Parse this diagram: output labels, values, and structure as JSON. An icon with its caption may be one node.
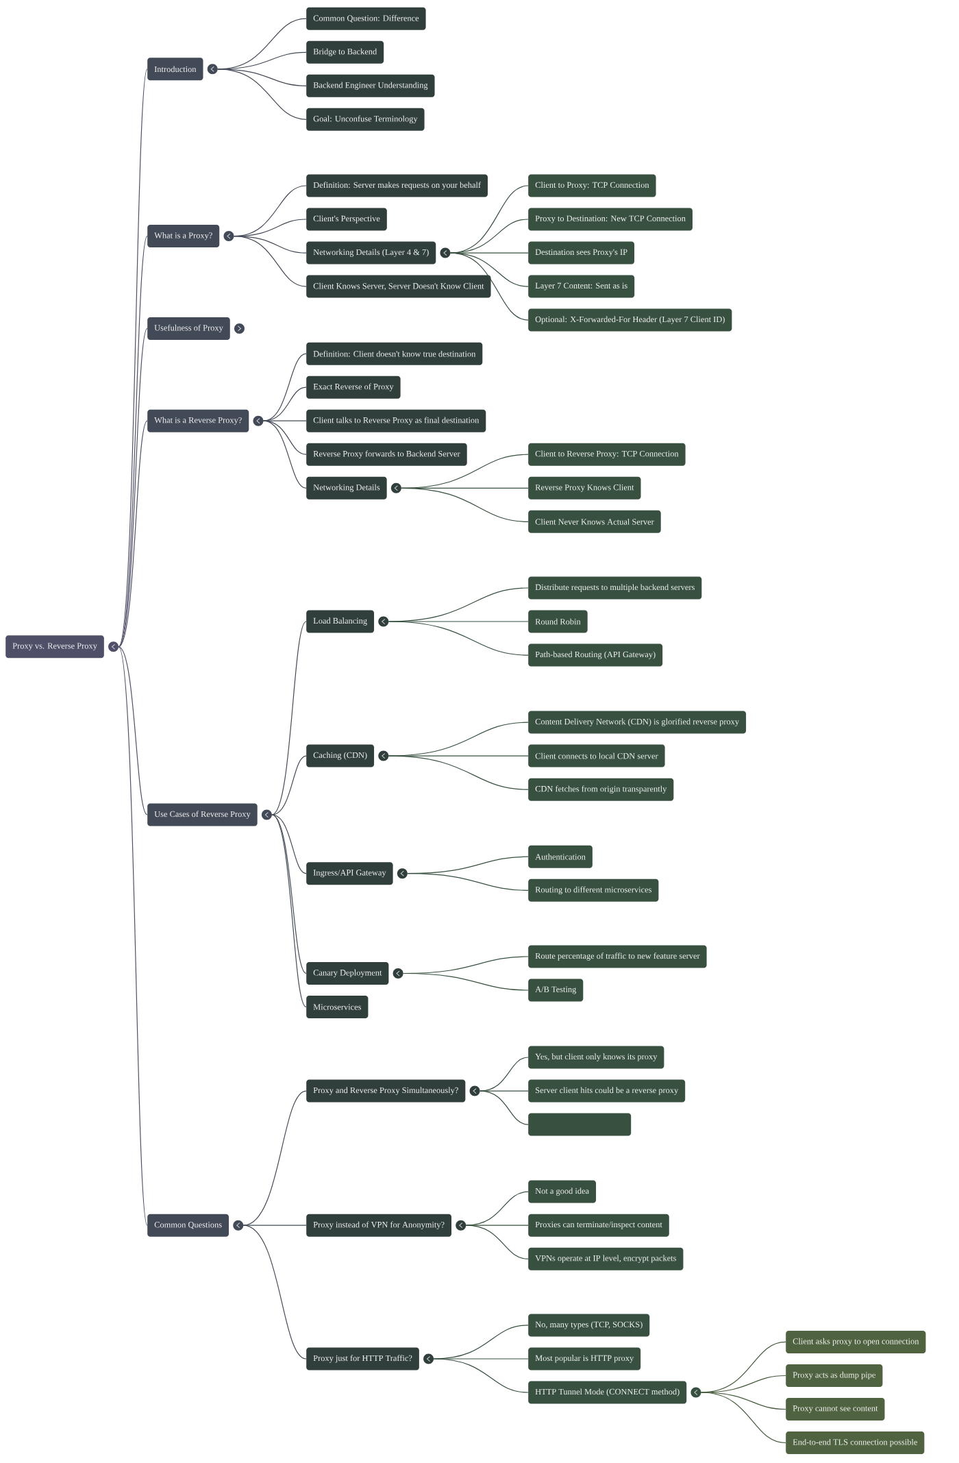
{
  "diagram": {
    "nodes": [
      {
        "text": [
          "Proxy vs. Reverse Proxy"
        ]
      },
      {
        "text": [
          "Introduction"
        ]
      },
      {
        "text": [
          "Common Question: Difference"
        ]
      },
      {
        "text": [
          "Bridge to Backend"
        ]
      },
      {
        "text": [
          "Backend Engineer Understanding"
        ]
      },
      {
        "text": [
          "Goal: Unconfuse Terminology"
        ]
      },
      {
        "text": [
          "What is a Proxy?"
        ]
      },
      {
        "text": [
          "Definition: Server makes requests on your behalf"
        ]
      },
      {
        "text": [
          "Client's Perspective"
        ]
      },
      {
        "text": [
          "Networking Details (Layer 4 & 7)"
        ]
      },
      {
        "text": [
          "Client to Proxy: TCP Connection"
        ]
      },
      {
        "text": [
          "Proxy to Destination: New TCP Connection"
        ]
      },
      {
        "text": [
          "Destination sees Proxy's IP"
        ]
      },
      {
        "text": [
          "Layer 7 Content: Sent as is"
        ]
      },
      {
        "text": [
          "Optional: X-Forwarded-For Header (Layer 7 Client ID)"
        ]
      },
      {
        "text": [
          "Client Knows Server, Server Doesn't Know Client"
        ]
      },
      {
        "text": [
          "Usefulness of Proxy"
        ]
      },
      {
        "text": [
          "What is a Reverse Proxy?"
        ]
      },
      {
        "text": [
          "Definition: Client doesn't know true destination"
        ]
      },
      {
        "text": [
          "Exact Reverse of Proxy"
        ]
      },
      {
        "text": [
          "Client talks to Reverse Proxy as final destination"
        ]
      },
      {
        "text": [
          "Reverse Proxy forwards to Backend Server"
        ]
      },
      {
        "text": [
          "Networking Details"
        ]
      },
      {
        "text": [
          "Client to Reverse Proxy: TCP Connection"
        ]
      },
      {
        "text": [
          "Reverse Proxy Knows Client"
        ]
      },
      {
        "text": [
          "Client Never Knows Actual Server"
        ]
      },
      {
        "text": [
          "Use Cases of Reverse Proxy"
        ]
      },
      {
        "text": [
          "Load Balancing"
        ]
      },
      {
        "text": [
          "Distribute requests to multiple backend servers"
        ]
      },
      {
        "text": [
          "Round Robin"
        ]
      },
      {
        "text": [
          "Path-based Routing (API Gateway)"
        ]
      },
      {
        "text": [
          "Caching (CDN)"
        ]
      },
      {
        "text": [
          "Content Delivery Network (CDN) is glorified reverse proxy"
        ]
      },
      {
        "text": [
          "Client connects to local CDN server"
        ]
      },
      {
        "text": [
          "CDN fetches from origin transparently"
        ]
      },
      {
        "text": [
          "Ingress/API Gateway"
        ]
      },
      {
        "text": [
          "Authentication"
        ]
      },
      {
        "text": [
          "Routing to different microservices"
        ]
      },
      {
        "text": [
          "Canary Deployment"
        ]
      },
      {
        "text": [
          "Route percentage of traffic to new feature server"
        ]
      },
      {
        "text": [
          "A/B Testing"
        ]
      },
      {
        "text": [
          "Microservices"
        ]
      },
      {
        "text": [
          "Common Questions"
        ]
      },
      {
        "text": [
          "Proxy and Reverse Proxy Simultaneously?"
        ]
      },
      {
        "text": [
          "Yes, but client only knows its proxy"
        ]
      },
      {
        "text": [
          "Server client hits could be a reverse proxy"
        ]
      },
      {
        "text": [],
        "shape": "box"
      },
      {
        "text": [
          "Proxy instead of VPN for Anonymity?"
        ]
      },
      {
        "text": [
          "Not a good idea"
        ]
      },
      {
        "text": [
          "Proxies can terminate/inspect content"
        ]
      },
      {
        "text": [
          "VPNs operate at IP level, encrypt packets"
        ]
      },
      {
        "text": [
          "Proxy just for HTTP Traffic?"
        ]
      },
      {
        "text": [
          "No, many types (TCP, SOCKS)"
        ]
      },
      {
        "text": [
          "Most popular is HTTP proxy"
        ]
      },
      {
        "text": [
          "HTTP Tunnel Mode (CONNECT method)"
        ]
      },
      {
        "text": [
          "Client asks proxy to open connection"
        ]
      },
      {
        "text": [
          "Proxy acts as dump pipe"
        ]
      },
      {
        "text": [
          "Proxy cannot see content"
        ]
      },
      {
        "text": [
          "End-to-end TLS connection possible"
        ]
      }
    ],
    "edges": [
      {
        "from": 0,
        "to": 1,
        "arrow": "none",
        "color": "#4f5068"
      },
      {
        "from": 1,
        "to": 2,
        "arrow": "none",
        "color": "#434a56"
      },
      {
        "from": 1,
        "to": 3,
        "arrow": "none",
        "color": "#434a56"
      },
      {
        "from": 1,
        "to": 4,
        "arrow": "none",
        "color": "#434a56"
      },
      {
        "from": 1,
        "to": 5,
        "arrow": "none",
        "color": "#434a56"
      },
      {
        "from": 0,
        "to": 6,
        "arrow": "none",
        "color": "#4f5068"
      },
      {
        "from": 6,
        "to": 7,
        "arrow": "none",
        "color": "#434a56"
      },
      {
        "from": 6,
        "to": 8,
        "arrow": "none",
        "color": "#434a56"
      },
      {
        "from": 6,
        "to": 9,
        "arrow": "none",
        "color": "#434a56"
      },
      {
        "from": 9,
        "to": 10,
        "arrow": "none",
        "color": "#37503f"
      },
      {
        "from": 9,
        "to": 11,
        "arrow": "none",
        "color": "#37503f"
      },
      {
        "from": 9,
        "to": 12,
        "arrow": "none",
        "color": "#37503f"
      },
      {
        "from": 9,
        "to": 13,
        "arrow": "none",
        "color": "#37503f"
      },
      {
        "from": 9,
        "to": 14,
        "arrow": "none",
        "color": "#37503f"
      },
      {
        "from": 6,
        "to": 15,
        "arrow": "none",
        "color": "#434a56"
      },
      {
        "from": 0,
        "to": 16,
        "arrow": "none",
        "color": "#4f5068"
      },
      {
        "from": 0,
        "to": 17,
        "arrow": "none",
        "color": "#4f5068"
      },
      {
        "from": 17,
        "to": 18,
        "arrow": "none",
        "color": "#434a56"
      },
      {
        "from": 17,
        "to": 19,
        "arrow": "none",
        "color": "#434a56"
      },
      {
        "from": 17,
        "to": 20,
        "arrow": "none",
        "color": "#434a56"
      },
      {
        "from": 17,
        "to": 21,
        "arrow": "none",
        "color": "#434a56"
      },
      {
        "from": 17,
        "to": 22,
        "arrow": "none",
        "color": "#434a56"
      },
      {
        "from": 22,
        "to": 23,
        "arrow": "none",
        "color": "#37503f"
      },
      {
        "from": 22,
        "to": 24,
        "arrow": "none",
        "color": "#37503f"
      },
      {
        "from": 22,
        "to": 25,
        "arrow": "none",
        "color": "#37503f"
      },
      {
        "from": 0,
        "to": 26,
        "arrow": "none",
        "color": "#4f5068"
      },
      {
        "from": 26,
        "to": 27,
        "arrow": "none",
        "color": "#434a56"
      },
      {
        "from": 27,
        "to": 28,
        "arrow": "none",
        "color": "#37503f"
      },
      {
        "from": 27,
        "to": 29,
        "arrow": "none",
        "color": "#37503f"
      },
      {
        "from": 27,
        "to": 30,
        "arrow": "none",
        "color": "#37503f"
      },
      {
        "from": 26,
        "to": 31,
        "arrow": "none",
        "color": "#434a56"
      },
      {
        "from": 31,
        "to": 32,
        "arrow": "none",
        "color": "#37503f"
      },
      {
        "from": 31,
        "to": 33,
        "arrow": "none",
        "color": "#37503f"
      },
      {
        "from": 31,
        "to": 34,
        "arrow": "none",
        "color": "#37503f"
      },
      {
        "from": 26,
        "to": 35,
        "arrow": "none",
        "color": "#434a56"
      },
      {
        "from": 35,
        "to": 36,
        "arrow": "none",
        "color": "#37503f"
      },
      {
        "from": 35,
        "to": 37,
        "arrow": "none",
        "color": "#37503f"
      },
      {
        "from": 26,
        "to": 38,
        "arrow": "none",
        "color": "#434a56"
      },
      {
        "from": 38,
        "to": 39,
        "arrow": "none",
        "color": "#37503f"
      },
      {
        "from": 38,
        "to": 40,
        "arrow": "none",
        "color": "#37503f"
      },
      {
        "from": 26,
        "to": 41,
        "arrow": "none",
        "color": "#434a56"
      },
      {
        "from": 0,
        "to": 42,
        "arrow": "none",
        "color": "#4f5068"
      },
      {
        "from": 42,
        "to": 43,
        "arrow": "none",
        "color": "#434a56"
      },
      {
        "from": 43,
        "to": 44,
        "arrow": "none",
        "color": "#37503f"
      },
      {
        "from": 43,
        "to": 45,
        "arrow": "none",
        "color": "#37503f"
      },
      {
        "from": 43,
        "to": 46,
        "arrow": "none",
        "color": "#37503f"
      },
      {
        "from": 42,
        "to": 47,
        "arrow": "none",
        "color": "#434a56"
      },
      {
        "from": 47,
        "to": 48,
        "arrow": "none",
        "color": "#37503f"
      },
      {
        "from": 47,
        "to": 49,
        "arrow": "none",
        "color": "#37503f"
      },
      {
        "from": 47,
        "to": 50,
        "arrow": "none",
        "color": "#37503f"
      },
      {
        "from": 42,
        "to": 51,
        "arrow": "none",
        "color": "#434a56"
      },
      {
        "from": 51,
        "to": 52,
        "arrow": "none",
        "color": "#37503f"
      },
      {
        "from": 51,
        "to": 53,
        "arrow": "none",
        "color": "#37503f"
      },
      {
        "from": 51,
        "to": 54,
        "arrow": "none",
        "color": "#37503f"
      },
      {
        "from": 54,
        "to": 55,
        "arrow": "none",
        "color": "#445a3c"
      },
      {
        "from": 54,
        "to": 56,
        "arrow": "none",
        "color": "#445a3c"
      },
      {
        "from": 54,
        "to": 57,
        "arrow": "none",
        "color": "#445a3c"
      },
      {
        "from": 54,
        "to": 58,
        "arrow": "none",
        "color": "#445a3c"
      }
    ]
  }
}
